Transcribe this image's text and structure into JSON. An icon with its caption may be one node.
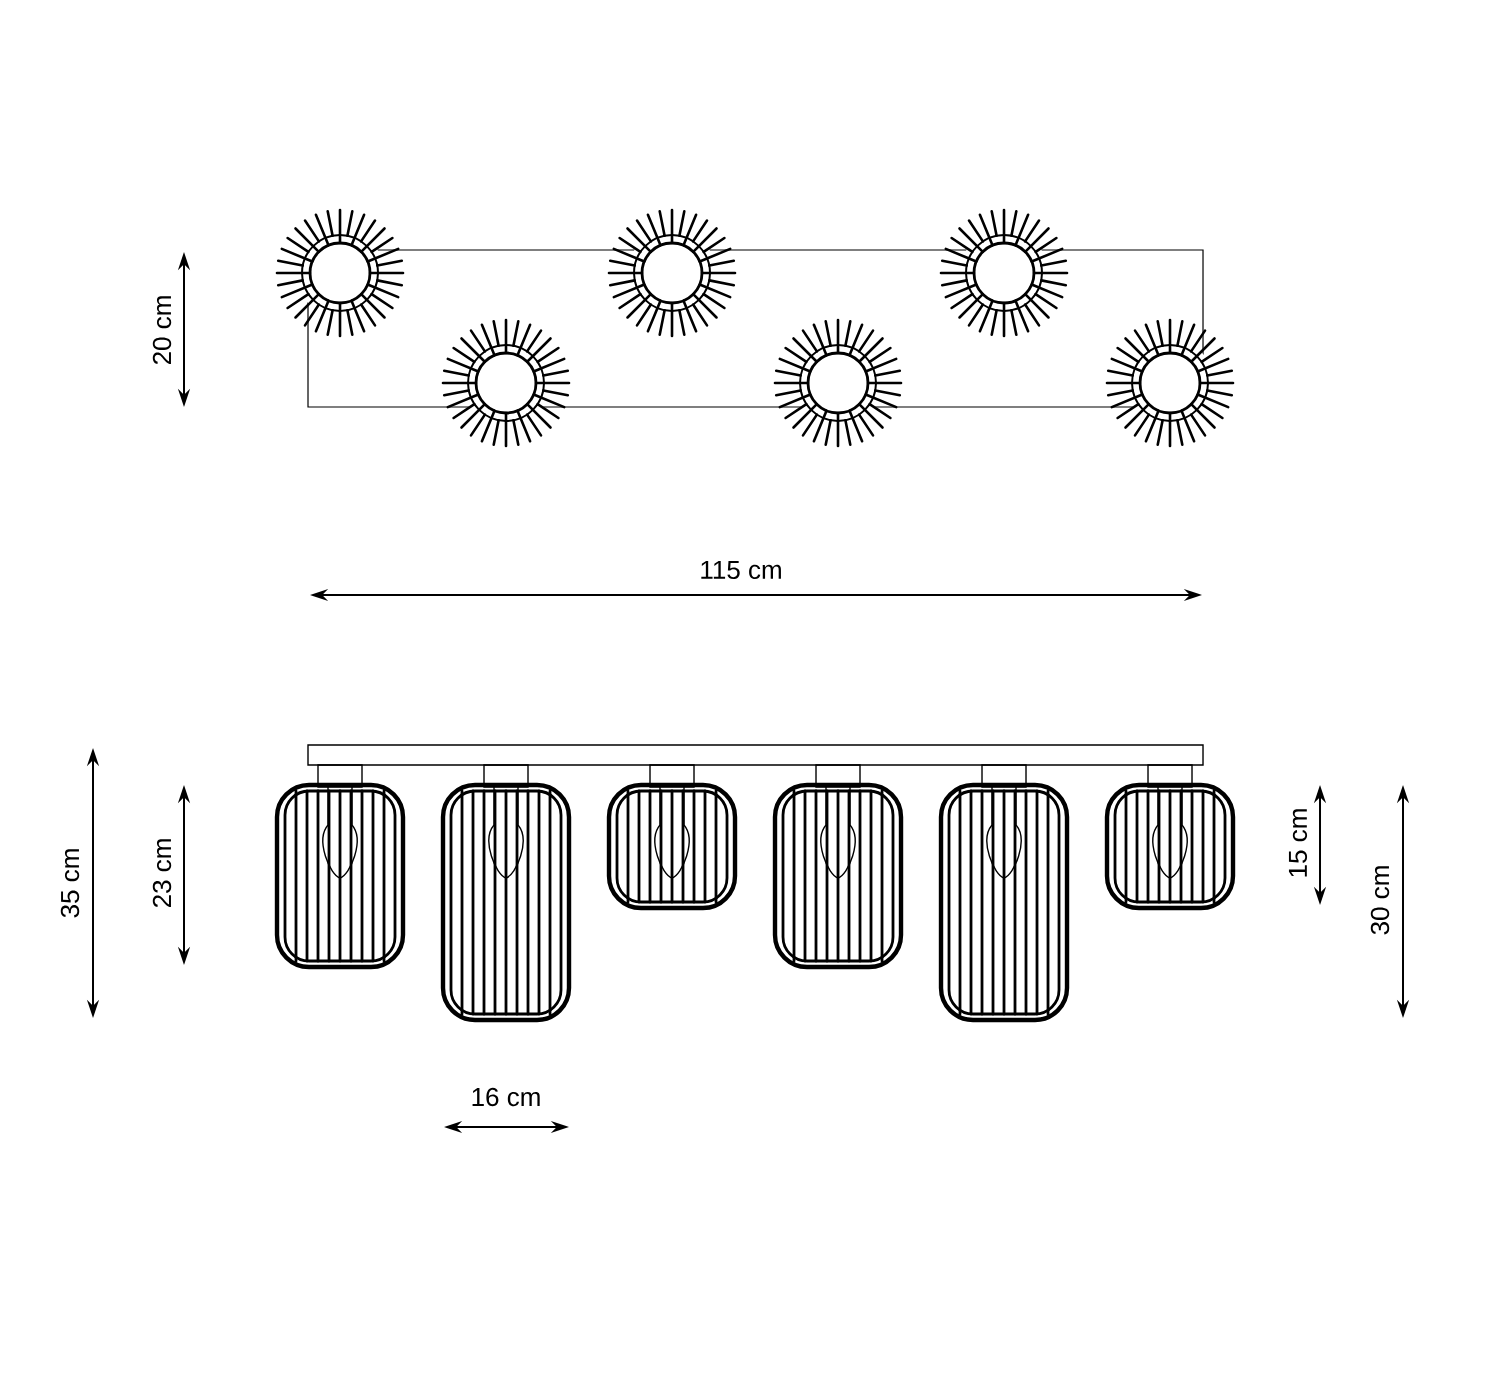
{
  "diagram": {
    "labels": [
      "20 cm",
      "115 cm",
      "35 cm",
      "23 cm",
      "15 cm",
      "30 cm",
      "16 cm"
    ]
  }
}
